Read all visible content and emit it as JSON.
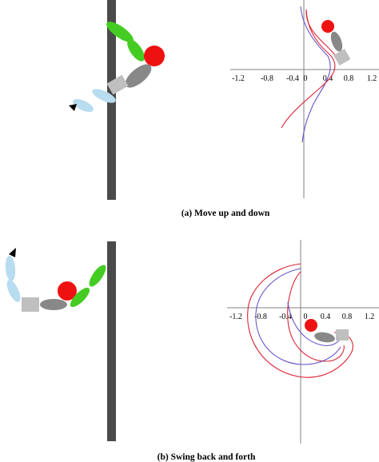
{
  "panels": [
    {
      "caption": "(a) Move up and down",
      "x_ticks": [
        "-1.2",
        "-0.8",
        "-0.4",
        "0",
        "0.4",
        "0.8",
        "1.2"
      ]
    },
    {
      "caption": "(b) Swing back and forth",
      "x_ticks": [
        "-1.2",
        "-0.8",
        "-0.4",
        "0",
        "0.4",
        "0.8",
        "1.2"
      ]
    }
  ],
  "colors": {
    "pole": "#4a4a4a",
    "upper_limb": "#44cc22",
    "lower_limb": "#b8dcf0",
    "head": "#ee1111",
    "torso": "#888888",
    "hip_box": "#bfbfbf",
    "red_trajectory": "#dd2233",
    "blue_trajectory": "#6655cc"
  }
}
